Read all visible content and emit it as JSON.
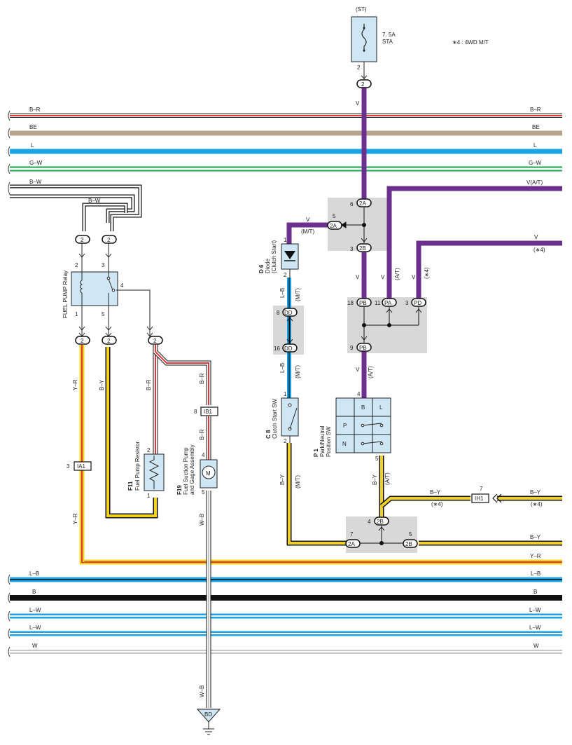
{
  "fuse": {
    "circuit": "(ST)",
    "rating": "7. 5A",
    "name": "STA",
    "pin": "2",
    "connector": "2"
  },
  "note": "∗4 : 4WD M/T",
  "buses": [
    {
      "left": "B–R",
      "right": "B–R"
    },
    {
      "left": "BE",
      "right": "BE"
    },
    {
      "left": "L",
      "right": "L"
    },
    {
      "left": "G–W",
      "right": "G–W"
    },
    {
      "left": "B–W"
    },
    {
      "left": "L–B",
      "right": "L–B"
    },
    {
      "left": "B",
      "right": "B"
    },
    {
      "left": "L–W",
      "right": "L–W"
    },
    {
      "left": "L–W",
      "right": "L–W"
    },
    {
      "left": "W",
      "right": "W"
    }
  ],
  "wires": {
    "bw_loop": "B–W",
    "v_main": "V",
    "v_mt": "V",
    "mt": "(M/T)",
    "v_at_right": "V(A/T)",
    "v_star4_right": "V",
    "star4": "(∗4)",
    "v_a": "V",
    "v_b": "V",
    "at": "(A/T)",
    "v_c": "V",
    "lb1": "L–B",
    "lb2": "L–B",
    "v_d": "V",
    "yr": "Y–R",
    "by": "B–Y",
    "br": "B–R",
    "br2": "B–R",
    "br3": "B–R",
    "wb": "W–B",
    "wb2": "W–B",
    "by_c8": "B–Y",
    "by_p1": "B–Y",
    "by_ih1_left": "B–Y",
    "by_ih1_right": "B–Y",
    "by_right": "B–Y",
    "yr_bottom": "Y–R",
    "yr2": "Y–R"
  },
  "components": {
    "relay": {
      "name": "FUEL PUMP Relay",
      "pins": [
        "2",
        "3",
        "1",
        "5",
        "4"
      ]
    },
    "resistor": {
      "code": "F11",
      "name": "Fuel Pump Resistor",
      "pins": [
        "2",
        "1"
      ]
    },
    "pump": {
      "code": "F19",
      "name1": "Fuel Suction Pump",
      "name2": "and Gage Assembly",
      "symbol": "M",
      "pins": [
        "4",
        "5"
      ]
    },
    "diode": {
      "code": "D 6",
      "name": "Diode",
      "sub": "(Clutch Start)",
      "pins": [
        "1",
        "2"
      ]
    },
    "clutch": {
      "code": "C 8",
      "name": "Clutch Start SW",
      "pins": [
        "1",
        "2"
      ]
    },
    "pnp": {
      "code": "P 1",
      "name1": "Park/Neutral",
      "name2": "Position SW",
      "cols": [
        "B",
        "L"
      ],
      "rows": [
        "P",
        "N"
      ],
      "pins": [
        "4",
        "5"
      ]
    },
    "ground": "BD"
  },
  "connectors": {
    "c2a_top": "2A",
    "c2a_mid": "2A",
    "c2b_mid": "2B",
    "pb18": "PB",
    "pa11": "PA",
    "pd3": "PD",
    "pb9": "PB",
    "dd8": "DD",
    "dd16": "DD",
    "ib1": "IB1",
    "ia1": "IA1",
    "ih1": "IH1",
    "c2b_bot_top": "2B",
    "c2a_bot": "2A",
    "c2b_bot_right": "2B",
    "relay2a": "2",
    "relay2b": "2",
    "relay_b1": "2",
    "relay_b2": "2",
    "relay_b3": "2"
  },
  "pins": {
    "p6": "6",
    "p5": "5",
    "p3": "3",
    "p18": "18",
    "p11": "11",
    "p3b": "3",
    "p9": "9",
    "d1": "1",
    "d2": "2",
    "p8": "8",
    "p16": "16",
    "c1": "1",
    "c2": "2",
    "ib8": "8",
    "ia3": "3",
    "ih7": "7",
    "b4": "4",
    "b7": "7",
    "b5": "5"
  },
  "colors": {
    "violet": "#6b2f8e",
    "red": "#e03a3a",
    "tan": "#b5a48a",
    "blue": "#1aa3e6",
    "green": "#17a34a",
    "yellow": "#f2d020",
    "black": "#111111",
    "shade": "#d8d8d8",
    "comp_fill": "#cfe6f4"
  }
}
